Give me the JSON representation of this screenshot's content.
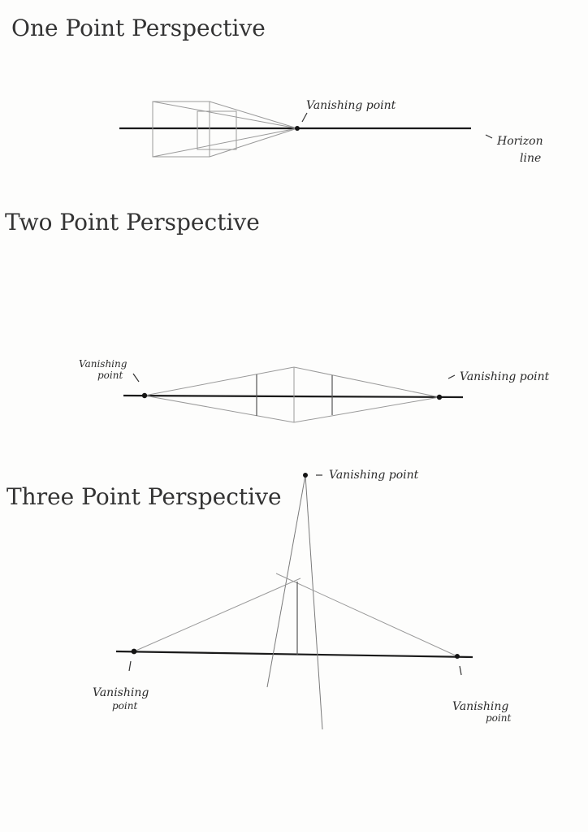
{
  "one_point": {
    "title": "One Point Perspective",
    "vanishing_label": "Vanishing point",
    "horizon_label_1": "Horizon",
    "horizon_label_2": "line"
  },
  "two_point": {
    "title": "Two Point Perspective",
    "left_label_1": "Vanishing",
    "left_label_2": "point",
    "right_label": "Vanishing point"
  },
  "three_point": {
    "title": "Three Point Perspective",
    "top_label": "Vanishing point",
    "left_label_1": "Vanishing",
    "left_label_2": "point",
    "right_label_1": "Vanishing",
    "right_label_2": "point"
  }
}
